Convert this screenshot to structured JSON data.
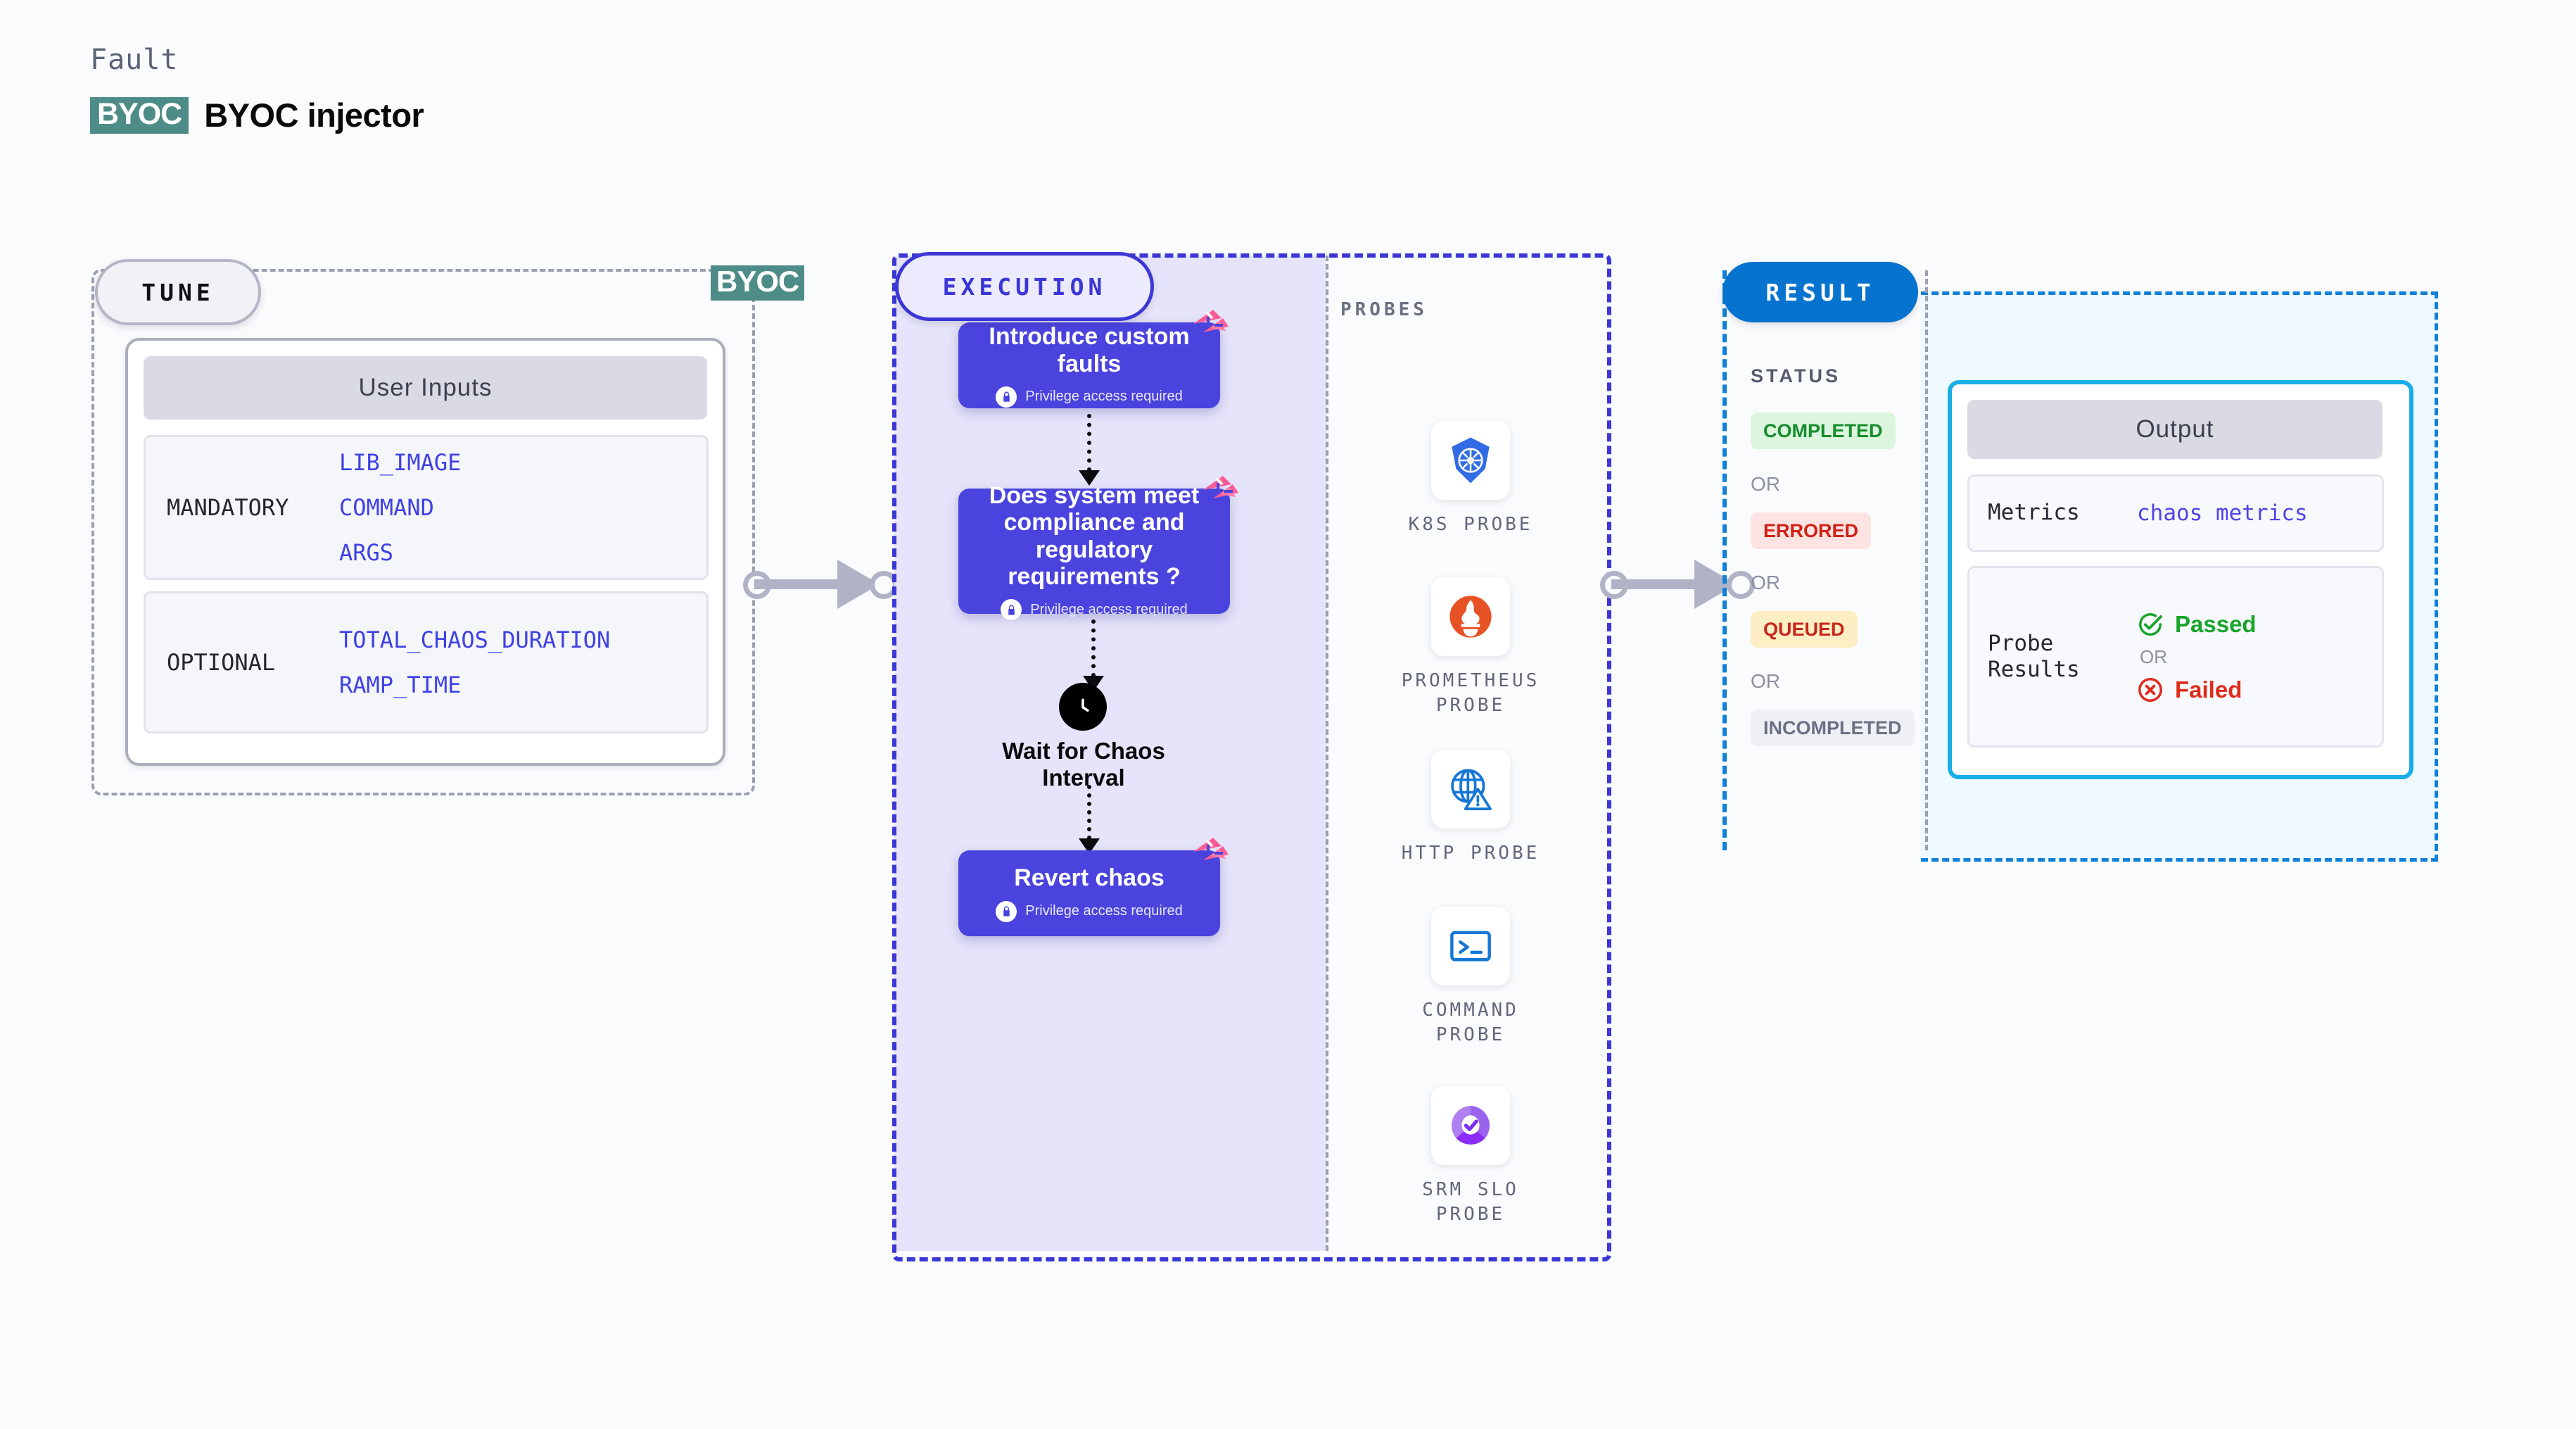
{
  "header": {
    "kicker": "Fault",
    "badge": "BYOC",
    "title": "BYOC injector"
  },
  "tune": {
    "pill_label": "TUNE",
    "edge_badge": "BYOC",
    "card_header": "User Inputs",
    "groups": [
      {
        "label": "MANDATORY",
        "values": [
          "LIB_IMAGE",
          "COMMAND",
          "ARGS"
        ]
      },
      {
        "label": "OPTIONAL",
        "values": [
          "TOTAL_CHAOS_DURATION",
          "RAMP_TIME"
        ]
      }
    ]
  },
  "execution": {
    "pill_label": "EXECUTION",
    "privilege_text": "Privilege access required",
    "nodes": [
      {
        "title": "Introduce custom faults",
        "privileged": true
      },
      {
        "title": "Does system meet compliance and regulatory requirements ?",
        "privileged": true
      },
      {
        "title": "Revert chaos",
        "privileged": true
      }
    ],
    "wait_label": "Wait for Chaos Interval"
  },
  "probes": {
    "title": "PROBES",
    "items": [
      {
        "label": "K8S PROBE",
        "icon": "kubernetes-icon"
      },
      {
        "label": "PROMETHEUS PROBE",
        "icon": "prometheus-icon"
      },
      {
        "label": "HTTP PROBE",
        "icon": "globe-warning-icon"
      },
      {
        "label": "COMMAND PROBE",
        "icon": "terminal-icon"
      },
      {
        "label": "SRM SLO PROBE",
        "icon": "slo-donut-icon"
      }
    ]
  },
  "result": {
    "pill_label": "RESULT",
    "status_title": "STATUS",
    "or_label": "OR",
    "statuses": [
      {
        "label": "COMPLETED",
        "color": "#158d2c",
        "bg": "#dcf5dd"
      },
      {
        "label": "ERRORED",
        "color": "#cf2218",
        "bg": "#fde3e1"
      },
      {
        "label": "QUEUED",
        "color": "#c9261b",
        "bg": "#fdeec4"
      },
      {
        "label": "INCOMPLETED",
        "color": "#6b7185",
        "bg": "#eef0f5"
      }
    ],
    "output": {
      "header": "Output",
      "metrics_label": "Metrics",
      "metrics_value": "chaos metrics",
      "probe_label": "Probe Results",
      "passed": "Passed",
      "failed": "Failed",
      "or_label": "OR"
    }
  },
  "colors": {
    "accent_purple": "#4a43dd",
    "accent_blue": "#0673ce",
    "accent_cyan": "#18aee8",
    "teal_badge": "#4e8c87",
    "pink_corner": "#fb5c96"
  }
}
